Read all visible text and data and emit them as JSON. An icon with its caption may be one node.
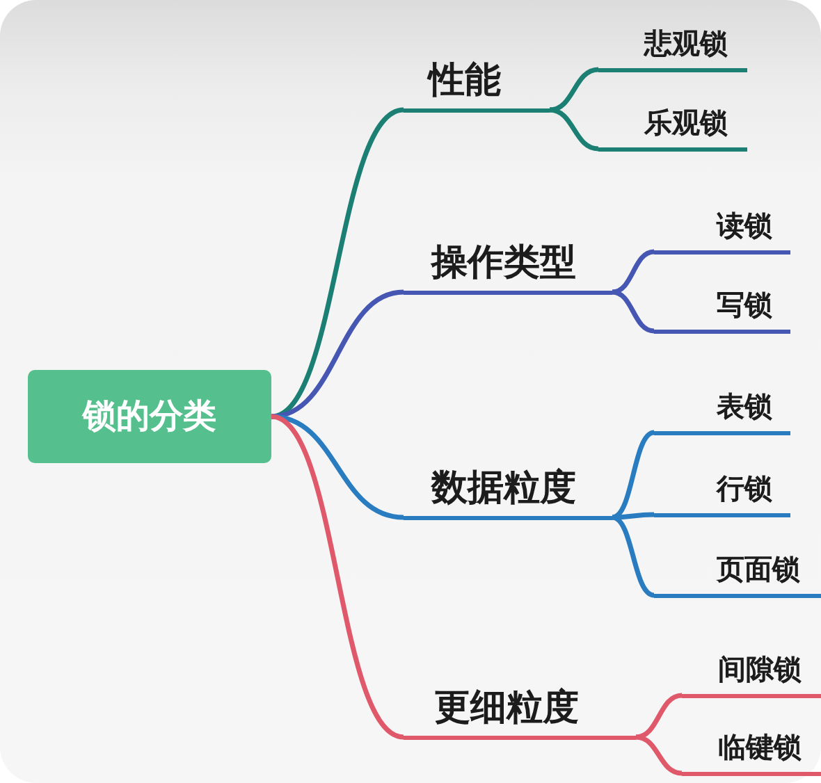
{
  "diagram": {
    "nodes": [
      {
        "text": [
          "锁的分类"
        ]
      },
      {
        "text": [
          "性能"
        ]
      },
      {
        "text": [
          "悲观锁"
        ]
      },
      {
        "text": [
          "乐观锁"
        ]
      },
      {
        "text": [
          "操作类型"
        ]
      },
      {
        "text": [
          "读锁"
        ]
      },
      {
        "text": [
          "写锁"
        ]
      },
      {
        "text": [
          "数据粒度"
        ]
      },
      {
        "text": [
          "表锁"
        ]
      },
      {
        "text": [
          "行锁"
        ]
      },
      {
        "text": [
          "页面锁"
        ]
      },
      {
        "text": [
          "更细粒度"
        ]
      },
      {
        "text": [
          "间隙锁"
        ]
      },
      {
        "text": [
          "临键锁"
        ]
      }
    ],
    "edges": [
      {
        "from": 0,
        "to": 1,
        "arrow": "none",
        "color": "#1b8073"
      },
      {
        "from": 1,
        "to": 2,
        "arrow": "none",
        "color": "#1b8073"
      },
      {
        "from": 1,
        "to": 3,
        "arrow": "none",
        "color": "#1b8073"
      },
      {
        "from": 0,
        "to": 4,
        "arrow": "none",
        "color": "#4657b3"
      },
      {
        "from": 4,
        "to": 5,
        "arrow": "none",
        "color": "#4657b3"
      },
      {
        "from": 4,
        "to": 6,
        "arrow": "none",
        "color": "#4657b3"
      },
      {
        "from": 0,
        "to": 7,
        "arrow": "none",
        "color": "#2a7cc0"
      },
      {
        "from": 7,
        "to": 8,
        "arrow": "none",
        "color": "#2a7cc0"
      },
      {
        "from": 7,
        "to": 9,
        "arrow": "none",
        "color": "#2a7cc0"
      },
      {
        "from": 7,
        "to": 10,
        "arrow": "none",
        "color": "#2a7cc0"
      },
      {
        "from": 0,
        "to": 11,
        "arrow": "none",
        "color": "#e0596b"
      },
      {
        "from": 11,
        "to": 12,
        "arrow": "none",
        "color": "#e0596b"
      },
      {
        "from": 11,
        "to": 13,
        "arrow": "none",
        "color": "#e0596b"
      }
    ]
  }
}
